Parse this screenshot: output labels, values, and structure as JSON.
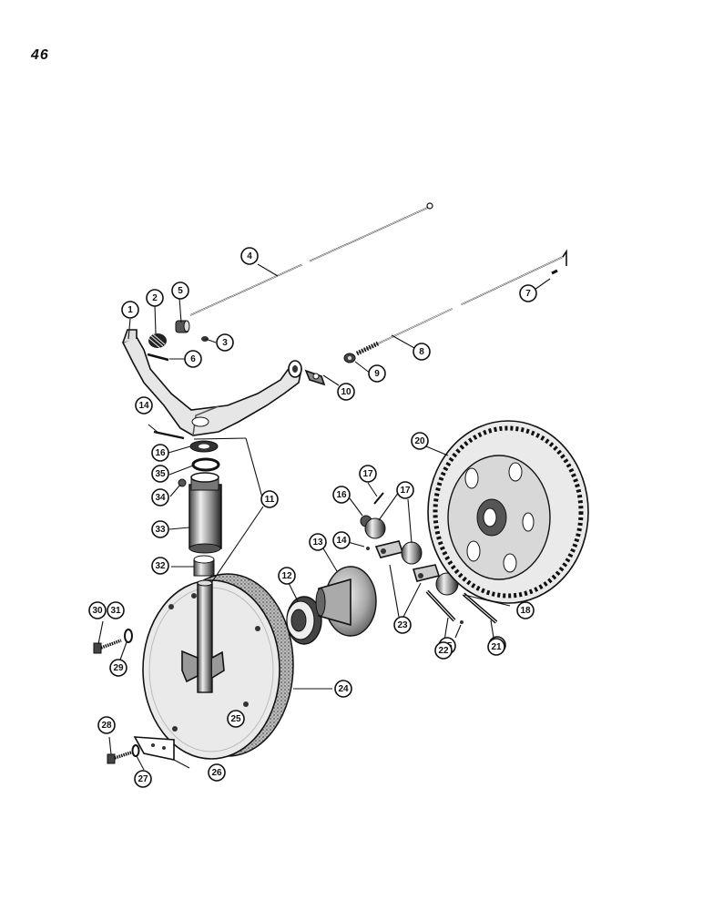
{
  "page": {
    "number": "46"
  },
  "callouts": [
    "1",
    "2",
    "3",
    "4",
    "5",
    "6",
    "7",
    "8",
    "9",
    "10",
    "11",
    "12",
    "13",
    "14",
    "14",
    "15",
    "16",
    "16",
    "17",
    "17",
    "18",
    "19",
    "20",
    "21",
    "22",
    "23",
    "24",
    "25",
    "26",
    "27",
    "28",
    "29",
    "30",
    "31",
    "32",
    "33",
    "34",
    "35"
  ]
}
